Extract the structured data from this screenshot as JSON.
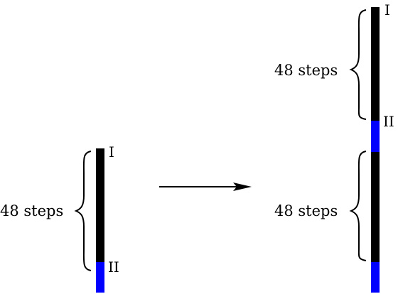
{
  "colors": {
    "black_segment": "#000000",
    "blue_segment": "#0000ff",
    "arrow": "#000000",
    "brace": "#000000"
  },
  "left_bar": {
    "steps_label": "48 steps",
    "marker_top": "I",
    "marker_bottom": "II"
  },
  "right_upper_bar": {
    "steps_label": "48 steps",
    "marker_top": "I",
    "marker_bottom": "II"
  },
  "right_lower_bar": {
    "steps_label": "48 steps"
  },
  "arrow": {
    "icon": "right-arrow-icon"
  }
}
